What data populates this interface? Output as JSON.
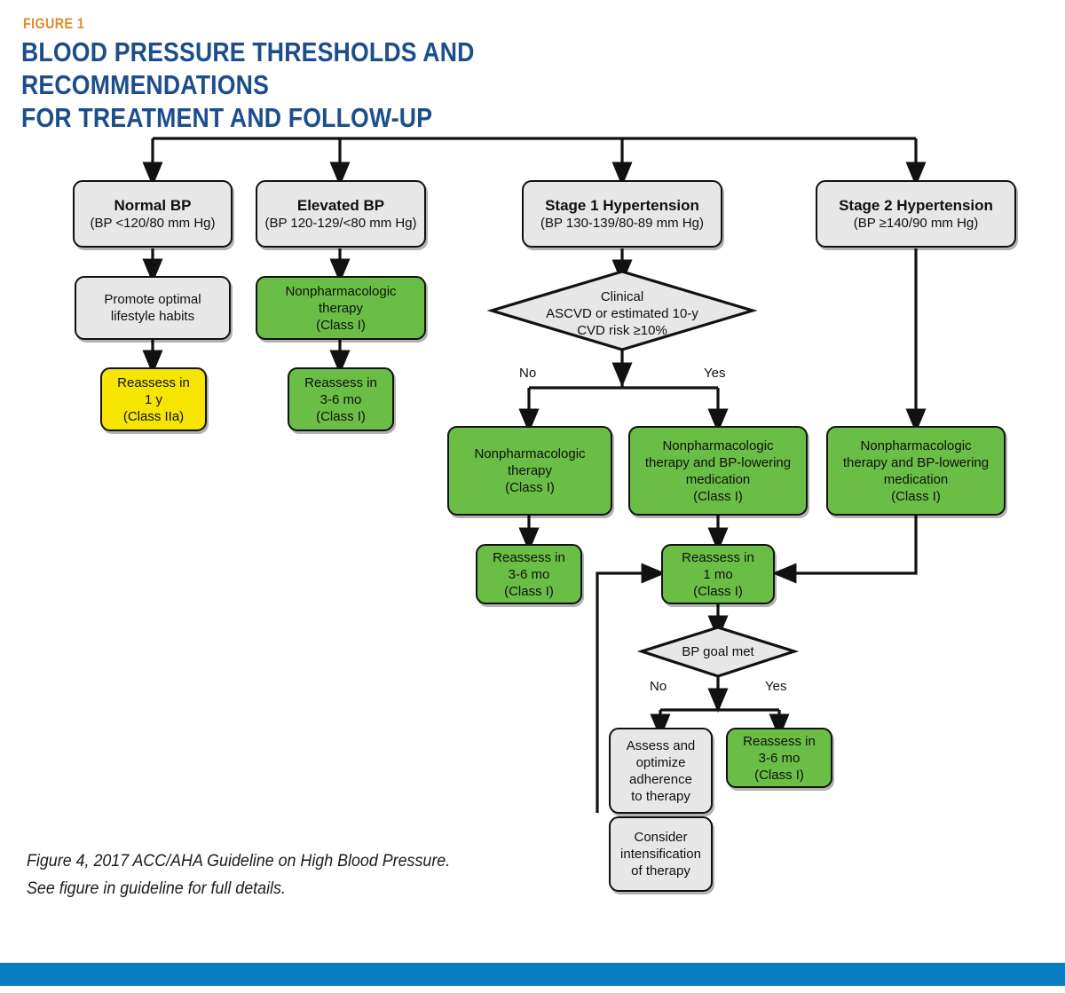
{
  "header": {
    "figure_label": "FIGURE 1",
    "title_line1": "BLOOD PRESSURE THRESHOLDS AND RECOMMENDATIONS",
    "title_line2": "FOR TREATMENT AND FOLLOW-UP",
    "label_color": "#E08A2E",
    "title_color": "#1C4E8C"
  },
  "caption": {
    "line1": "Figure 4, 2017 ACC/AHA Guideline on High Blood Pressure.",
    "line2": "See figure in guideline for full details."
  },
  "colors": {
    "grey_fill": "#E7E7E7",
    "green_fill": "#6BBE45",
    "yellow_fill": "#F5E500",
    "stroke": "#111111",
    "accent_bar": "#0A7CC1"
  },
  "chart_data": {
    "type": "diagram",
    "diagram_kind": "flowchart",
    "title": "Blood Pressure Thresholds and Recommendations for Treatment and Follow-Up"
  },
  "nodes": {
    "normal_bp": {
      "header": "Normal BP",
      "sub": "(BP <120/80 mm Hg)",
      "fill": "grey"
    },
    "elevated_bp": {
      "header": "Elevated BP",
      "sub": "(BP 120-129/<80 mm Hg)",
      "fill": "grey"
    },
    "stage1": {
      "header": "Stage 1 Hypertension",
      "sub": "(BP 130-139/80-89 mm Hg)",
      "fill": "grey"
    },
    "stage2": {
      "header": "Stage 2 Hypertension",
      "sub": "(BP ≥140/90 mm Hg)",
      "fill": "grey"
    },
    "promote": {
      "lines": [
        "Promote optimal",
        "lifestyle habits"
      ],
      "fill": "grey"
    },
    "reassess_1y": {
      "lines": [
        "Reassess in",
        "1 y",
        "(Class IIa)"
      ],
      "fill": "yellow"
    },
    "nonpharm_elev": {
      "lines": [
        "Nonpharmacologic",
        "therapy",
        "(Class I)"
      ],
      "fill": "green"
    },
    "reassess_36_elev": {
      "lines": [
        "Reassess in",
        "3-6 mo",
        "(Class I)"
      ],
      "fill": "green"
    },
    "nonpharm_no": {
      "lines": [
        "Nonpharmacologic",
        "therapy",
        "(Class I)"
      ],
      "fill": "green"
    },
    "nonpharm_med_yes": {
      "lines": [
        "Nonpharmacologic",
        "therapy and BP-lowering",
        "medication",
        "(Class I)"
      ],
      "fill": "green"
    },
    "nonpharm_med_s2": {
      "lines": [
        "Nonpharmacologic",
        "therapy and BP-lowering",
        "medication",
        "(Class I)"
      ],
      "fill": "green"
    },
    "reassess_36_no": {
      "lines": [
        "Reassess in",
        "3-6 mo",
        "(Class I)"
      ],
      "fill": "green"
    },
    "reassess_1mo": {
      "lines": [
        "Reassess in",
        "1  mo",
        "(Class I)"
      ],
      "fill": "green"
    },
    "assess_adherence": {
      "lines": [
        "Assess and",
        "optimize",
        "adherence",
        "to therapy"
      ],
      "fill": "grey"
    },
    "consider_intens": {
      "lines": [
        "Consider",
        "intensification",
        "of therapy"
      ],
      "fill": "grey"
    },
    "reassess_36_goal": {
      "lines": [
        "Reassess in",
        "3-6 mo",
        "(Class I)"
      ],
      "fill": "green"
    }
  },
  "decisions": {
    "ascvd_risk": {
      "lines": [
        "Clinical",
        "ASCVD or estimated 10-y",
        "CVD risk ≥10%"
      ]
    },
    "bp_goal": {
      "lines": [
        "BP goal met"
      ]
    }
  },
  "branch_labels": {
    "ascvd_no": "No",
    "ascvd_yes": "Yes",
    "goal_no": "No",
    "goal_yes": "Yes"
  }
}
